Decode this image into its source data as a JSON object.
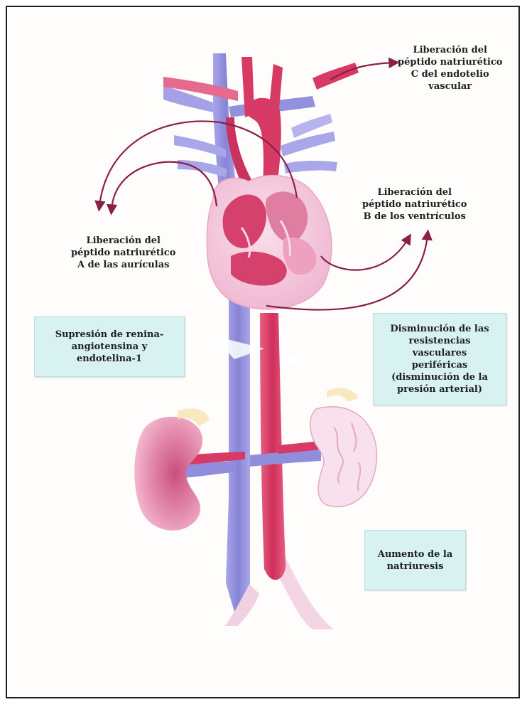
{
  "colors": {
    "artery": "#d83a66",
    "vein": "#8f8ddc",
    "heart_fill": "#f4c6dc",
    "kidney_left": "#e2789f",
    "kidney_right": "#f6dce8",
    "arrow": "#8a1f47",
    "box_bg": "#d8f1f1"
  },
  "labels": {
    "cnp": [
      "Liberación del",
      "péptido natriurético",
      "C del endotelio",
      "vascular"
    ],
    "bnp": [
      "Liberación del",
      "péptido natriurético",
      "B de los ventrículos"
    ],
    "anp": [
      "Liberación del",
      "péptido natriurético",
      "A de las aurículas"
    ]
  },
  "boxes": {
    "renin": [
      "Supresión de renina-",
      "angiotensina y",
      "endotelina-1"
    ],
    "resistance": [
      "Disminución de las",
      "resistencias",
      "vasculares",
      "periféricas",
      "(disminución de la",
      "presión arterial)"
    ],
    "natriuresis": [
      "Aumento de la",
      "natriuresis"
    ]
  }
}
